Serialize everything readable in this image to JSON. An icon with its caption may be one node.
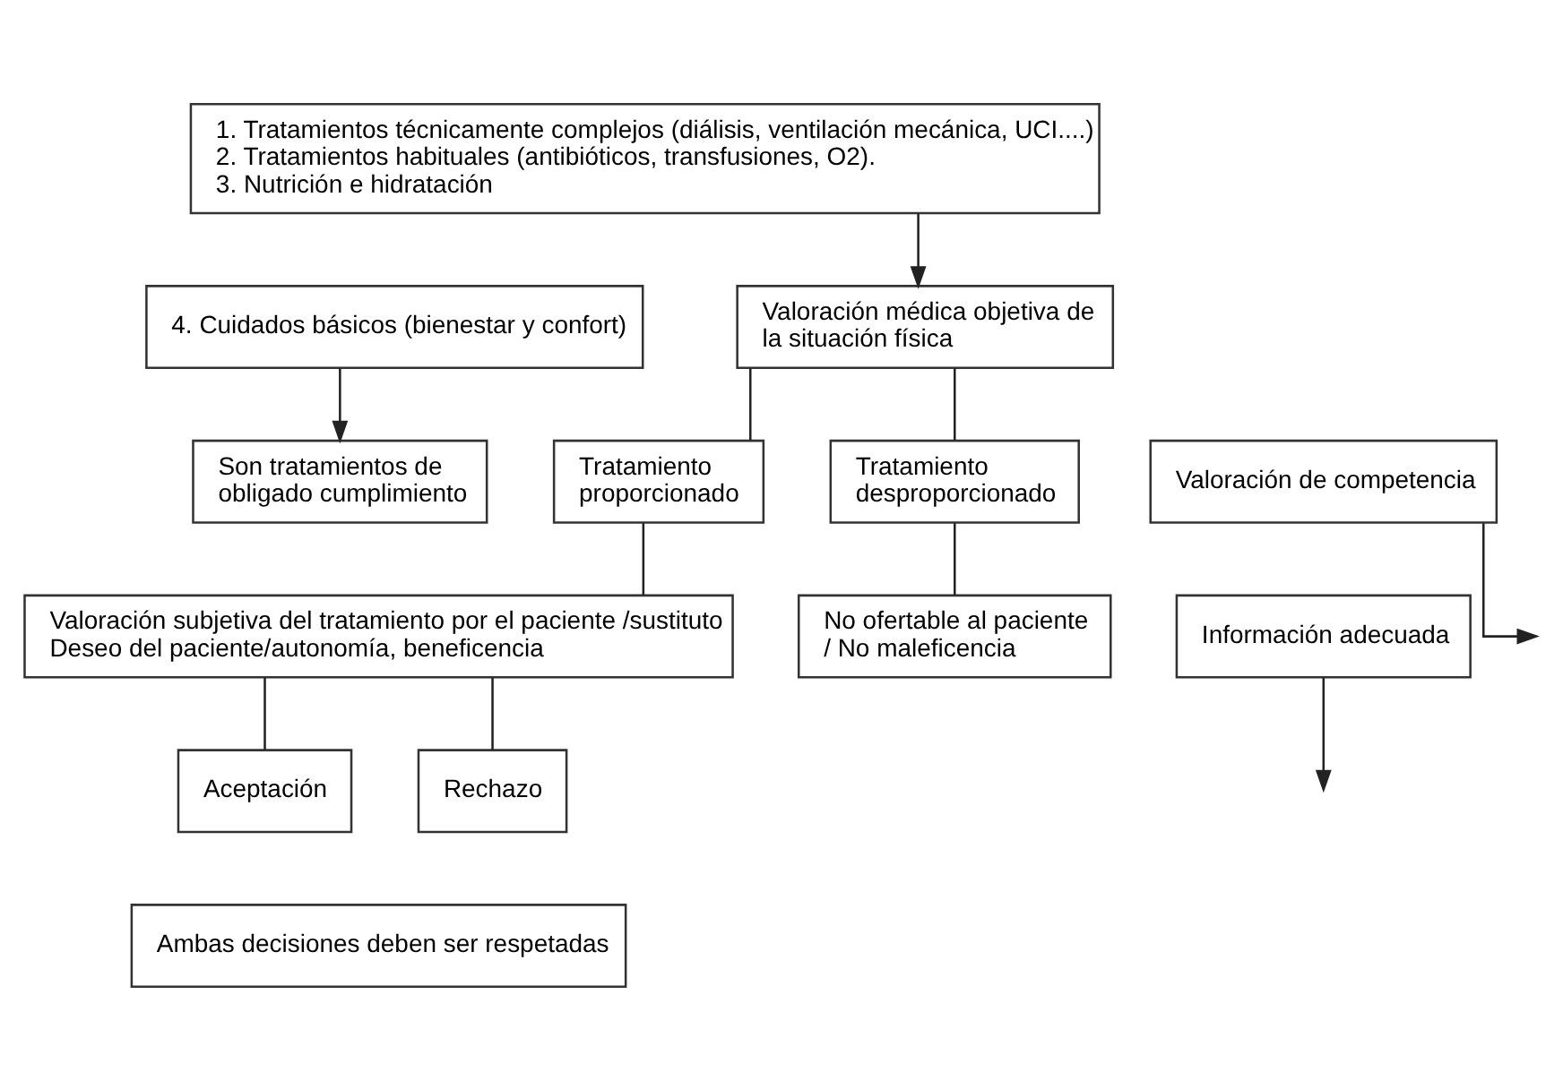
{
  "diagram": {
    "nodes": [
      {
        "text": [
          "1. Tratamientos técnicamente complejos (diálisis, ventilación mecánica, UCI....)",
          "2. Tratamientos habituales (antibióticos, transfusiones, O2).",
          "3. Nutrición e hidratación"
        ]
      },
      {
        "text": [
          "4. Cuidados básicos (bienestar y confort)"
        ]
      },
      {
        "text": [
          "Son tratamientos de obligado cumplimiento"
        ]
      },
      {
        "text": [
          "Valoración médica objetiva de la situación física"
        ]
      },
      {
        "text": [
          "Tratamiento proporcionado"
        ]
      },
      {
        "text": [
          "Tratamiento desproporcionado"
        ]
      },
      {
        "text": [
          "No ofertable al paciente / No maleficencia"
        ]
      },
      {
        "text": [
          "Valoración de competencia"
        ]
      },
      {
        "text": [
          "Información adecuada"
        ]
      },
      {
        "text": [
          "Valoración subjetiva del tratamiento por el paciente /sustituto",
          "Deseo del paciente/autonomía, beneficencia"
        ]
      },
      {
        "text": [
          "Aceptación"
        ]
      },
      {
        "text": [
          "Rechazo"
        ]
      },
      {
        "text": [
          "Ambas decisiones deben ser respetadas"
        ]
      }
    ],
    "edges": [
      {
        "from": 0,
        "to": 3,
        "arrow": "to"
      },
      {
        "from": 1,
        "to": 2,
        "arrow": "to"
      },
      {
        "from": 3,
        "to": 4,
        "arrow": "none"
      },
      {
        "from": 3,
        "to": 5,
        "arrow": "none"
      },
      {
        "from": 5,
        "to": 6,
        "arrow": "none"
      },
      {
        "from": 7,
        "to": null,
        "arrow": "to"
      },
      {
        "from": 8,
        "to": null,
        "arrow": "to"
      },
      {
        "from": 4,
        "to": 9,
        "arrow": "none"
      },
      {
        "from": 9,
        "to": 10,
        "arrow": "none"
      },
      {
        "from": 9,
        "to": 11,
        "arrow": "none"
      }
    ]
  }
}
